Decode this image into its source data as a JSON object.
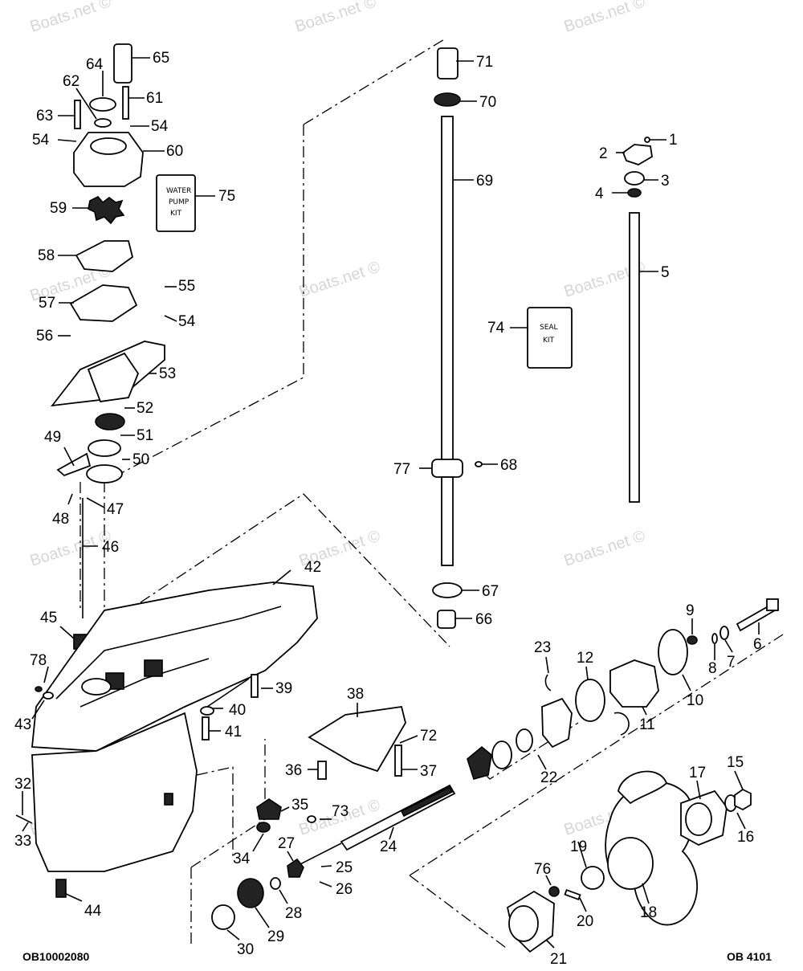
{
  "watermark": "Boats.net ©",
  "codes": {
    "left": "OB10002080",
    "right": "OB 4101"
  },
  "kits": {
    "water_pump": [
      "WATER",
      "PUMP",
      "KIT"
    ],
    "seal": [
      "SEAL",
      "KIT"
    ]
  },
  "callouts": [
    "1",
    "2",
    "3",
    "4",
    "5",
    "6",
    "7",
    "8",
    "9",
    "10",
    "11",
    "12",
    "15",
    "16",
    "17",
    "18",
    "19",
    "20",
    "21",
    "22",
    "23",
    "24",
    "25",
    "26",
    "27",
    "28",
    "29",
    "30",
    "32",
    "33",
    "34",
    "35",
    "36",
    "37",
    "38",
    "39",
    "40",
    "41",
    "42",
    "43",
    "44",
    "45",
    "46",
    "47",
    "48",
    "49",
    "50",
    "51",
    "52",
    "53",
    "54",
    "54",
    "54",
    "55",
    "56",
    "57",
    "58",
    "59",
    "60",
    "61",
    "62",
    "63",
    "64",
    "65",
    "66",
    "67",
    "68",
    "69",
    "70",
    "71",
    "72",
    "73",
    "74",
    "75",
    "76",
    "77",
    "78"
  ]
}
